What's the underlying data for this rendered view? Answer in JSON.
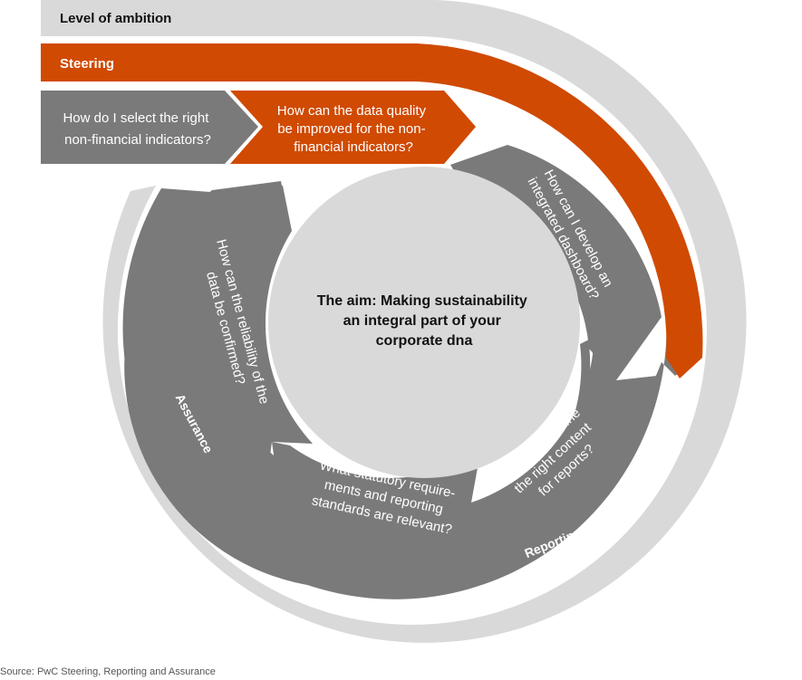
{
  "bands": {
    "ambition": "Level of ambition",
    "steering": "Steering"
  },
  "questions": {
    "select_indicators": [
      "How do I select the right",
      "non-financial indicators?"
    ],
    "data_quality": [
      "How can the data quality",
      "be improved for the non-",
      "financial indicators?"
    ],
    "dashboard": [
      "How can I develop an",
      "integrated dashboard?"
    ],
    "reliability": [
      "How can the reliability of the",
      "data be confirmed?"
    ],
    "statutory": [
      "What statutory require-",
      "ments and reporting",
      "standards are relevant?"
    ],
    "content": [
      "How can I define",
      "the right content",
      "for reports?"
    ]
  },
  "center": [
    "The aim: Making sustainability",
    "an integral part of your",
    "corporate dna"
  ],
  "rings": {
    "assurance": "Assurance",
    "reporting": "Reporting"
  },
  "source": "Source: PwC Steering, Reporting and Assurance",
  "colors": {
    "light_gray": "#d9d9d9",
    "dark_gray": "#7a7a7a",
    "orange": "#d04a02",
    "white": "#ffffff"
  }
}
